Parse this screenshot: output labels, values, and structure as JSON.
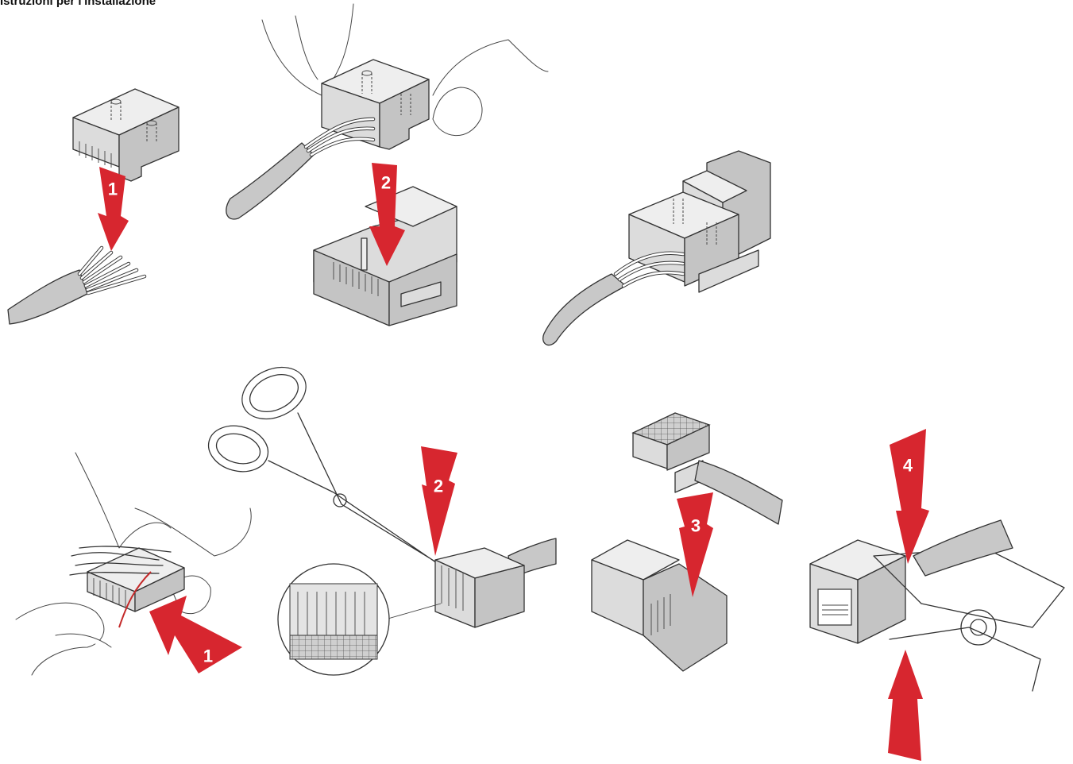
{
  "title": "Istruzioni per l'installazione",
  "colors": {
    "arrow": "#d7262f",
    "part_fill": "#dcdcdc",
    "outline": "#333333"
  },
  "steps": {
    "top_1": "1",
    "top_2": "2",
    "bottom_1": "1",
    "bottom_2": "2",
    "bottom_3": "3",
    "bottom_4": "4"
  }
}
